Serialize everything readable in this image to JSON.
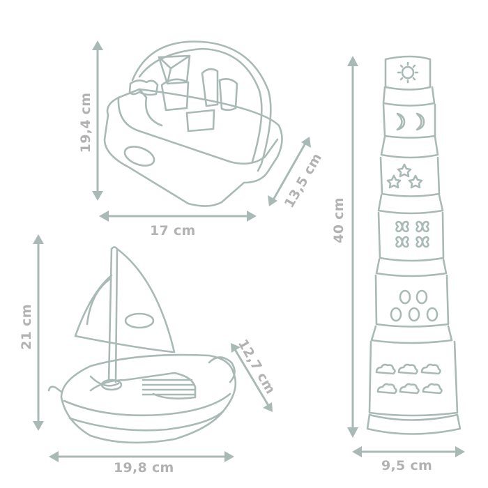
{
  "products": {
    "shape_sorter": {
      "height": "19,4 cm",
      "width": "17 cm",
      "depth": "13,5 cm"
    },
    "sailboat": {
      "height": "21 cm",
      "width": "19,8 cm",
      "depth": "12,7 cm"
    },
    "stacking_cups": {
      "height": "40 cm",
      "width": "9,5 cm",
      "cup_icons": [
        "sun",
        "moons",
        "stars",
        "butterflies",
        "ladybugs",
        "clouds"
      ]
    }
  },
  "colors": {
    "line": "#a9bab6",
    "text": "#b2b2b2",
    "background": "#ffffff"
  }
}
